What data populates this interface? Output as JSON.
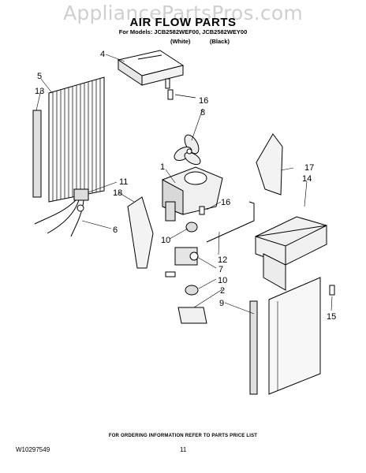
{
  "header": {
    "watermark": "AppliancePartsPros.com",
    "title": "AIR FLOW PARTS",
    "models": "For Models: JCB2582WEF00, JCB2582WEY00",
    "color_white": "(White)",
    "color_black": "(Black)"
  },
  "callouts": [
    "4",
    "5",
    "13",
    "16",
    "8",
    "1",
    "17",
    "14",
    "11",
    "18",
    "16",
    "6",
    "10",
    "12",
    "7",
    "10",
    "2",
    "9",
    "15"
  ],
  "footer": {
    "note": "FOR ORDERING INFORMATION REFER TO PARTS PRICE LIST",
    "doc_id": "W10297549",
    "page": "11"
  }
}
